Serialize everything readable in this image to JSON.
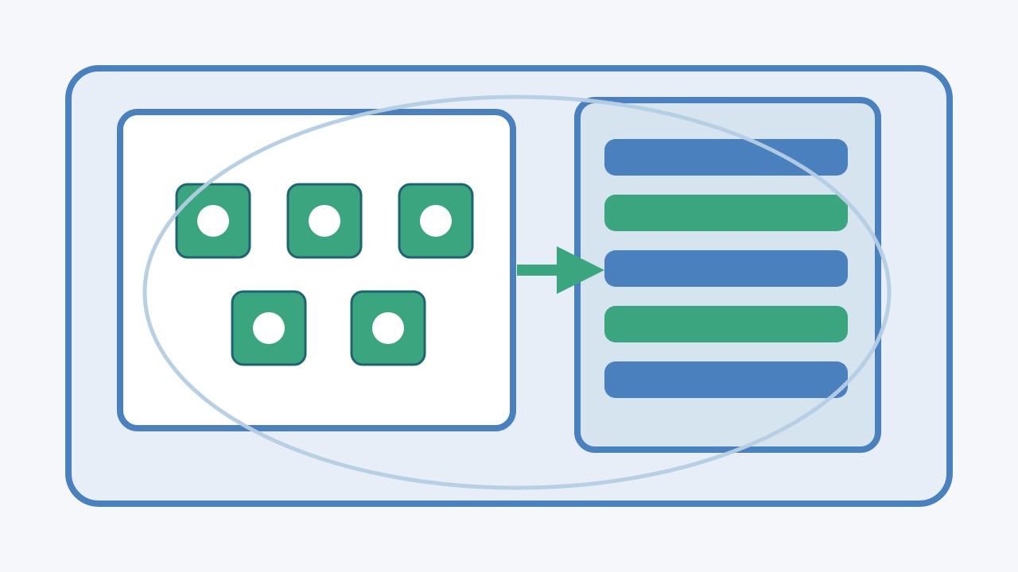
{
  "diagram": {
    "colors": {
      "background": "#f5f7fa",
      "frame_fill": "#e7eef7",
      "frame_stroke": "#4a80bd",
      "panel_left_fill": "#ffffff",
      "panel_right_fill": "#d6e4f0",
      "tile_fill": "#3aa57f",
      "tile_stroke": "#1e6472",
      "tile_dot": "#ffffff",
      "arrow": "#3aa57f",
      "ellipse_stroke": "#b5cee3",
      "bar_blue": "#4a80bd",
      "bar_green": "#3aa57f"
    },
    "left_panel": {
      "icon": "component-tile-icon",
      "tiles": [
        {
          "id": "tile-1"
        },
        {
          "id": "tile-2"
        },
        {
          "id": "tile-3"
        },
        {
          "id": "tile-4"
        },
        {
          "id": "tile-5"
        }
      ]
    },
    "connector": {
      "icon": "arrow-right-icon"
    },
    "right_panel": {
      "bars": [
        {
          "color": "blue"
        },
        {
          "color": "green"
        },
        {
          "color": "blue"
        },
        {
          "color": "green"
        },
        {
          "color": "blue"
        }
      ]
    },
    "overlay": {
      "shape": "ellipse"
    }
  }
}
